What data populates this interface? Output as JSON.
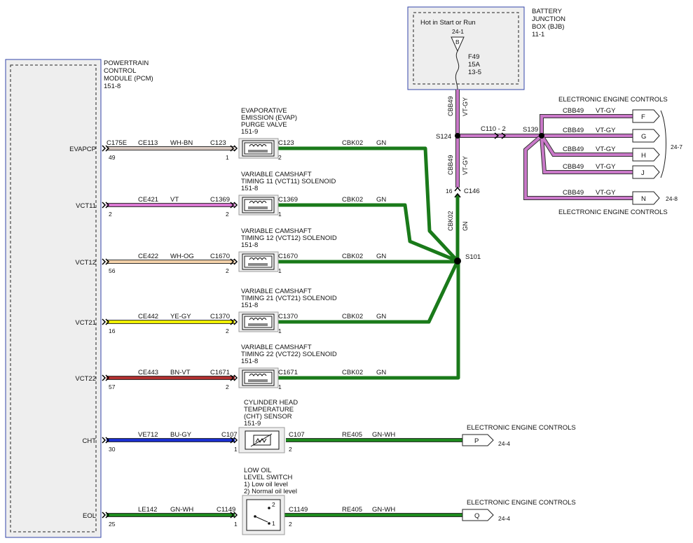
{
  "pcm": {
    "title_lines": [
      "POWERTRAIN",
      "CONTROL",
      "MODULE (PCM)",
      "151-8"
    ]
  },
  "bjb": {
    "title_lines": [
      "BATTERY",
      "JUNCTION",
      "BOX (BJB)",
      "11-1"
    ],
    "hot_label": "Hot in Start or Run",
    "pin_ref": "24-1",
    "pin_letter": "B",
    "fuse_lines": [
      "F49",
      "15A",
      "13-5"
    ]
  },
  "wire_colors": {
    "WH-BN": "#d8c8c0",
    "VT": "#d877d0",
    "WH-OG": "#f2d0a8",
    "YE-GY": "#f0f000",
    "BN-VT": "#b03030",
    "BU-GY": "#1a2fd0",
    "GN-WH": "#1d8a1d",
    "GN": "#1a7a1a",
    "VT-GY": "#c978c8"
  },
  "circuits": [
    {
      "pcm_label": "EVAPCP",
      "pcm_connector": "C175E",
      "pcm_pin": "49",
      "wire_id": "CE113",
      "wire_color_name": "WH-BN",
      "comp_connector": "C123",
      "comp_pin_in": "1",
      "comp_pin_out": "2",
      "comp_connector_out": "C123",
      "comp_title_lines": [
        "EVAPORATIVE",
        "EMISSION (EVAP)",
        "PURGE VALVE",
        "151-9"
      ],
      "out_wire_id": "CBK02",
      "out_wire_color": "GN"
    },
    {
      "pcm_label": "VCT11",
      "pcm_pin": "2",
      "wire_id": "CE421",
      "wire_color_name": "VT",
      "comp_connector": "C1369",
      "comp_pin_in": "2",
      "comp_pin_out": "1",
      "comp_connector_out": "C1369",
      "comp_title_lines": [
        "VARIABLE CAMSHAFT",
        "TIMING 11 (VCT11) SOLENOID",
        "151-8"
      ],
      "out_wire_id": "CBK02",
      "out_wire_color": "GN"
    },
    {
      "pcm_label": "VCT12",
      "pcm_pin": "56",
      "wire_id": "CE422",
      "wire_color_name": "WH-OG",
      "comp_connector": "C1670",
      "comp_pin_in": "2",
      "comp_pin_out": "1",
      "comp_connector_out": "C1670",
      "comp_title_lines": [
        "VARIABLE CAMSHAFT",
        "TIMING 12 (VCT12) SOLENOID",
        "151-8"
      ],
      "out_wire_id": "CBK02",
      "out_wire_color": "GN"
    },
    {
      "pcm_label": "VCT21",
      "pcm_pin": "16",
      "wire_id": "CE442",
      "wire_color_name": "YE-GY",
      "comp_connector": "C1370",
      "comp_pin_in": "2",
      "comp_pin_out": "1",
      "comp_connector_out": "C1370",
      "comp_title_lines": [
        "VARIABLE CAMSHAFT",
        "TIMING 21 (VCT21) SOLENOID",
        "151-8"
      ],
      "out_wire_id": "CBK02",
      "out_wire_color": "GN"
    },
    {
      "pcm_label": "VCT22",
      "pcm_pin": "57",
      "wire_id": "CE443",
      "wire_color_name": "BN-VT",
      "comp_connector": "C1671",
      "comp_pin_in": "2",
      "comp_pin_out": "1",
      "comp_connector_out": "C1671",
      "comp_title_lines": [
        "VARIABLE CAMSHAFT",
        "TIMING 22 (VCT22) SOLENOID",
        "151-8"
      ],
      "out_wire_id": "CBK02",
      "out_wire_color": "GN"
    },
    {
      "pcm_label": "CHT",
      "pcm_pin": "30",
      "wire_id": "VE712",
      "wire_color_name": "BU-GY",
      "comp_connector": "C107",
      "comp_pin_in": "1",
      "comp_pin_out": "2",
      "comp_connector_out": "C107",
      "comp_title_lines": [
        "CYLINDER HEAD",
        "TEMPERATURE",
        "(CHT) SENSOR",
        "151-9"
      ],
      "out_wire_id": "RE405",
      "out_wire_color": "GN-WH",
      "dest_title": "ELECTRONIC ENGINE CONTROLS",
      "dest_letter": "P",
      "dest_ref": "24-4"
    },
    {
      "pcm_label": "EOL",
      "pcm_pin": "25",
      "wire_id": "LE142",
      "wire_color_name": "GN-WH",
      "comp_connector": "C1149",
      "comp_pin_in": "1",
      "comp_pin_out": "2",
      "comp_connector_out": "C1149",
      "comp_title_lines": [
        "LOW OIL",
        "LEVEL SWITCH",
        "1) Low oil level",
        "2) Normal oil level",
        "151-8"
      ],
      "switch_pins": [
        "2",
        "1"
      ],
      "out_wire_id": "RE405",
      "out_wire_color": "GN-WH",
      "dest_title": "ELECTRONIC ENGINE CONTROLS",
      "dest_letter": "Q",
      "dest_ref": "24-4"
    }
  ],
  "splices": {
    "s101": "S101",
    "s124": "S124",
    "s139": "S139",
    "c146": "C146",
    "c146_pin": "16",
    "c110": "C110 - 2"
  },
  "vertical_wires": {
    "bjb_to_s124": {
      "id": "CBB49",
      "color": "VT-GY"
    },
    "s124_to_c146": {
      "id": "CBB49",
      "color": "VT-GY"
    },
    "c146_to_s101": {
      "id": "CBK02",
      "color": "GN"
    }
  },
  "eec_right": {
    "title_top": "ELECTRONIC ENGINE CONTROLS",
    "title_bottom": "ELECTRONIC ENGINE CONTROLS",
    "ref_group": "24-7",
    "ref_n": "24-8",
    "branches": [
      {
        "wire_id": "CBB49",
        "color": "VT-GY",
        "letter": "F"
      },
      {
        "wire_id": "CBB49",
        "color": "VT-GY",
        "letter": "G"
      },
      {
        "wire_id": "CBB49",
        "color": "VT-GY",
        "letter": "H"
      },
      {
        "wire_id": "CBB49",
        "color": "VT-GY",
        "letter": "J"
      },
      {
        "wire_id": "CBB49",
        "color": "VT-GY",
        "letter": "N"
      }
    ]
  }
}
